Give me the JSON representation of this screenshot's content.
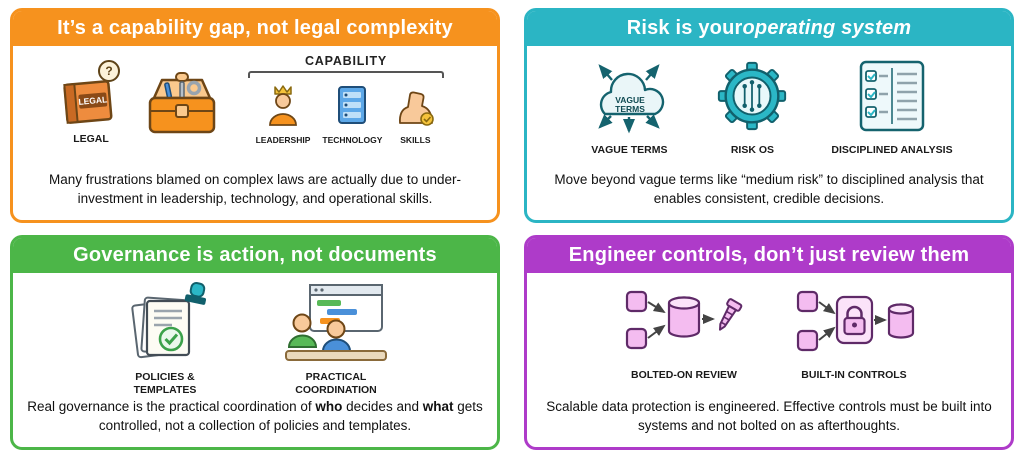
{
  "page": {
    "background": "#ffffff"
  },
  "cards": [
    {
      "title": "It’s a capability gap, not legal complexity",
      "accent": "#F6921E",
      "labels": {
        "legal": "LEGAL",
        "question_mark": "?",
        "capability": "CAPABILITY",
        "leadership": "LEADERSHIP",
        "technology": "TECHNOLOGY",
        "skills": "SKILLS"
      },
      "description": "Many frustrations blamed on complex laws are actually due to under-investment in leadership, technology, and operational skills."
    },
    {
      "title_prefix": "Risk is your ",
      "title_emphasis": "operating system",
      "accent": "#2BB5C4",
      "labels": {
        "cloud_line1": "VAGUE",
        "cloud_line2": "TERMS",
        "vague_terms": "VAGUE TERMS",
        "risk_os": "RISK OS",
        "disciplined_analysis": "DISCIPLINED ANALYSIS"
      },
      "description": "Move beyond vague terms like “medium risk” to disciplined analysis that enables consistent, credible decisions."
    },
    {
      "title": "Governance is action, not documents",
      "accent": "#4CB648",
      "labels": {
        "policies": "POLICIES & TEMPLATES",
        "coordination": "PRACTICAL COORDINATION"
      },
      "description_parts": [
        "Real governance is the practical coordination of ",
        "who",
        " decides and ",
        "what",
        " gets controlled, not a collection of policies and templates."
      ]
    },
    {
      "title": "Engineer controls, don’t just review them",
      "accent": "#AE3BC9",
      "labels": {
        "bolted_on": "BOLTED-ON REVIEW",
        "built_in": "BUILT-IN CONTROLS"
      },
      "description": "Scalable data protection is engineered. Effective controls must be built into systems and not bolted on as afterthoughts."
    }
  ]
}
